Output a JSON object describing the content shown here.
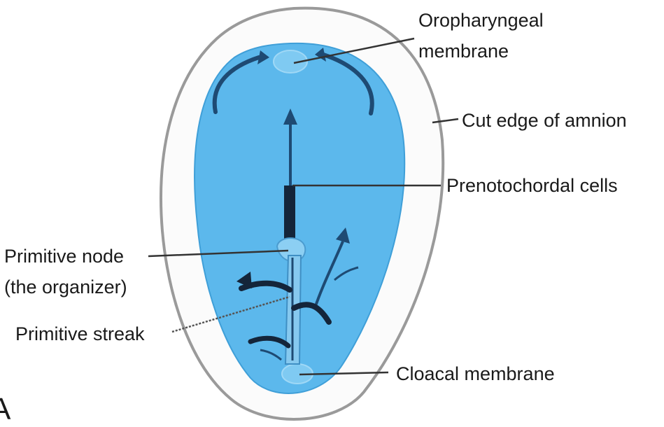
{
  "labels": {
    "oropharyngeal_line1": "Oropharyngeal",
    "oropharyngeal_line2": "membrane",
    "cut_edge_amnion": "Cut edge of amnion",
    "prenotochordal_cells": "Prenotochordal cells",
    "primitive_node_line1": "Primitive node",
    "primitive_node_line2": "(the organizer)",
    "primitive_streak": "Primitive streak",
    "cloacal_membrane": "Cloacal membrane",
    "panel_letter": "A"
  },
  "colors": {
    "embryo_fill": "#5cb8ec",
    "embryo_edge": "#3f9fd8",
    "amnion_edge": "#9a9a9a",
    "cell_paths": "#1e4a73",
    "leader_lines": "#333333"
  }
}
